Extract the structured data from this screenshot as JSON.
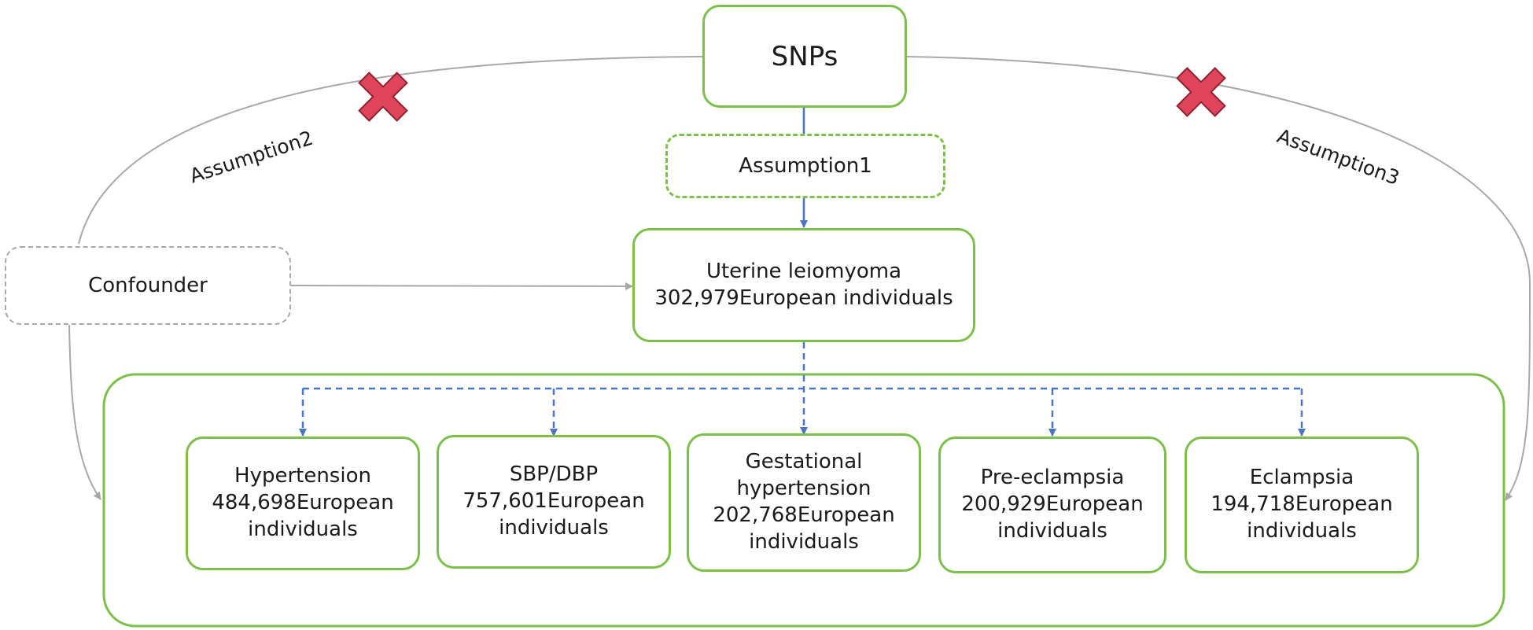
{
  "nodes": {
    "snps": {
      "label": "SNPs"
    },
    "assumption1": {
      "label": "Assumption1"
    },
    "exposure": {
      "line1": "Uterine leiomyoma",
      "line2": "302,979European individuals"
    },
    "confounder": {
      "label": "Confounder"
    }
  },
  "outcomes": [
    {
      "lines": [
        "Hypertension",
        "484,698European",
        "individuals"
      ]
    },
    {
      "lines": [
        "SBP/DBP",
        "757,601European",
        "individuals"
      ]
    },
    {
      "lines": [
        "Gestational",
        "hypertension",
        "202,768European",
        "individuals"
      ]
    },
    {
      "lines": [
        "Pre-eclampsia",
        "200,929European",
        "individuals"
      ]
    },
    {
      "lines": [
        "Eclampsia",
        "194,718European",
        "individuals"
      ]
    }
  ],
  "assumptions": {
    "left": "Assumption2",
    "right": "Assumption3"
  },
  "colors": {
    "green": "#7dbf4a",
    "blue": "#4a74c4",
    "grey": "#a8a8a8",
    "cross_fill": "#e0445a",
    "cross_stroke": "#8b2233"
  },
  "icons": {
    "violation_left": "red-cross-icon",
    "violation_right": "red-cross-icon"
  }
}
